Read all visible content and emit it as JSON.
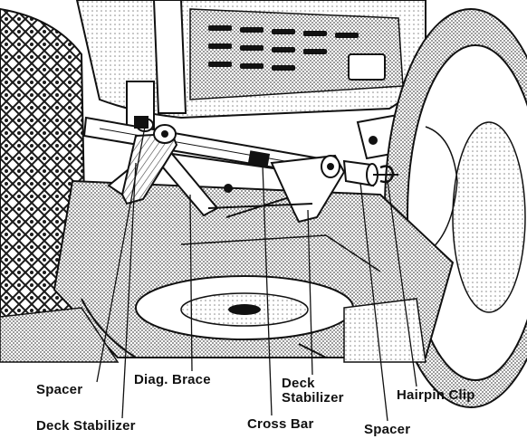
{
  "labels": {
    "spacer_left": "Spacer",
    "diag_brace": "Diag. Brace",
    "deck_stabilizer_right_line1": "Deck",
    "deck_stabilizer_right_line2": "Stabilizer",
    "hairpin_clip": "Hairpin Clip",
    "deck_stabilizer_left": "Deck Stabilizer",
    "cross_bar": "Cross Bar",
    "spacer_right": "Spacer"
  }
}
